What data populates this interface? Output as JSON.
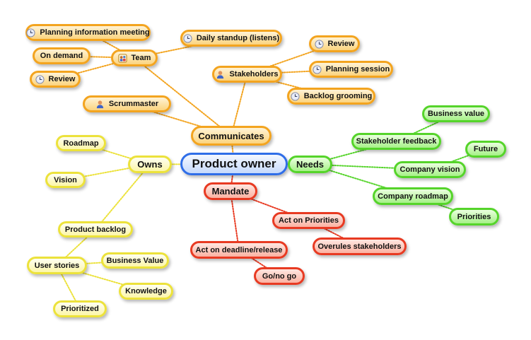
{
  "central": "Product owner",
  "branches": {
    "communicates": {
      "label": "Communicates",
      "team": "Team",
      "planning_info_meeting": "Planning information meeting",
      "on_demand": "On demand",
      "review": "Review",
      "daily_standup": "Daily standup (listens)",
      "stakeholders": "Stakeholders",
      "stakeholders_review": "Review",
      "planning_session": "Planning session",
      "backlog_grooming": "Backlog grooming",
      "scrummaster": "Scrummaster"
    },
    "owns": {
      "label": "Owns",
      "roadmap": "Roadmap",
      "vision": "Vision",
      "product_backlog": "Product backlog",
      "user_stories": "User stories",
      "business_value": "Business Value",
      "knowledge": "Knowledge",
      "prioritized": "Prioritized"
    },
    "needs": {
      "label": "Needs",
      "stakeholder_feedback": "Stakeholder feedback",
      "business_value": "Business value",
      "company_vision": "Company vision",
      "future": "Future",
      "company_roadmap": "Company roadmap",
      "priorities": "Priorities"
    },
    "mandate": {
      "label": "Mandate",
      "act_on_priorities": "Act on Priorities",
      "overrules": "Overules stakeholders",
      "act_on_deadline": "Act on deadline/release",
      "go_no_go": "Go/no go"
    }
  },
  "colors": {
    "orange": "#f3a41f",
    "green": "#55d42a",
    "yellow": "#ece23b",
    "red": "#e83a22",
    "central": "#2f6ee8"
  },
  "icons": {
    "clock": "clock-icon",
    "group": "team-icon",
    "person": "person-icon"
  }
}
